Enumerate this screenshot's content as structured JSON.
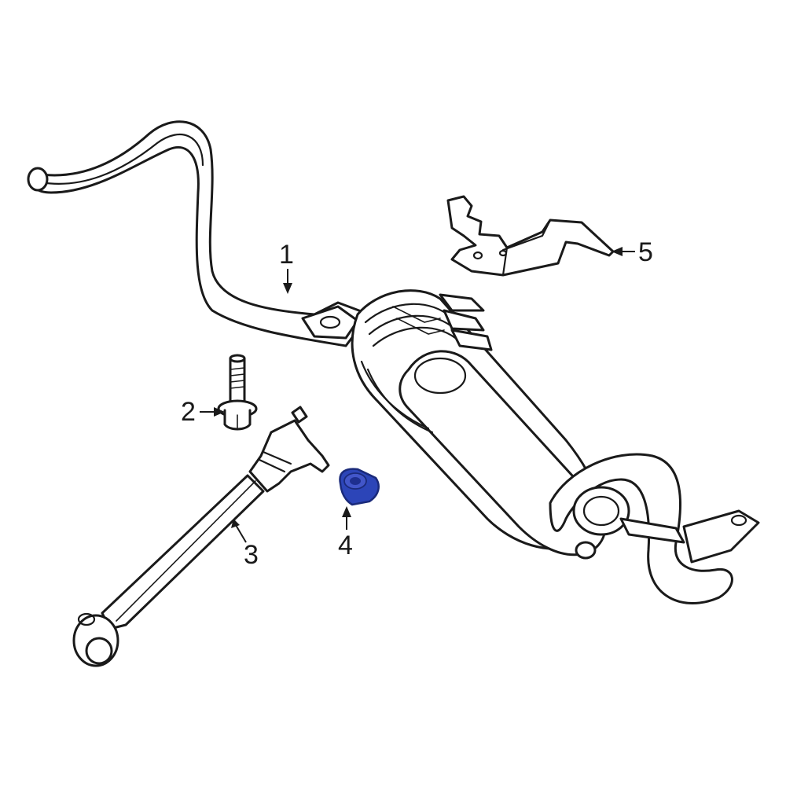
{
  "callouts": [
    {
      "label": "1",
      "part": "stabilizer-bar"
    },
    {
      "label": "2",
      "part": "bolt"
    },
    {
      "label": "3",
      "part": "stabilizer-link"
    },
    {
      "label": "4",
      "part": "nut"
    },
    {
      "label": "5",
      "part": "bracket"
    }
  ],
  "colors": {
    "highlight_fill": "#2c45b8",
    "highlight_stroke": "#1a2a7a",
    "line": "#1a1a1a",
    "background": "#ffffff"
  }
}
